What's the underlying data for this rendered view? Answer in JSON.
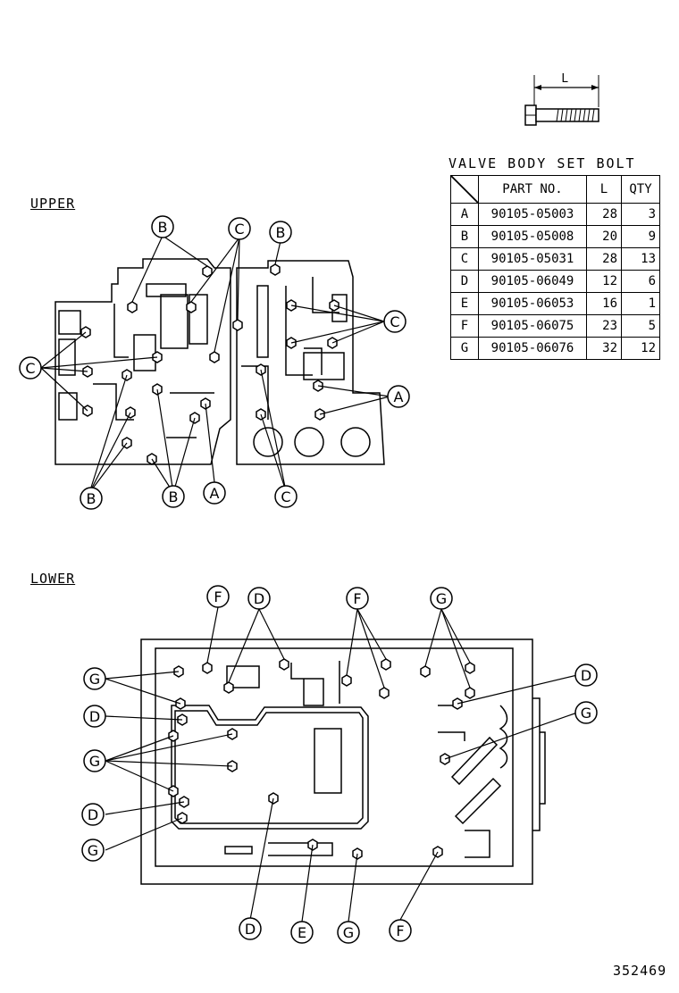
{
  "sections": {
    "upper": "UPPER",
    "lower": "LOWER"
  },
  "bolt_dimension_label": "L",
  "table": {
    "title": "VALVE BODY SET BOLT",
    "headers": {
      "part_no": "PART NO.",
      "length": "L",
      "qty": "QTY"
    },
    "rows": [
      {
        "letter": "A",
        "part_no": "90105-05003",
        "length": "28",
        "qty": "3"
      },
      {
        "letter": "B",
        "part_no": "90105-05008",
        "length": "20",
        "qty": "9"
      },
      {
        "letter": "C",
        "part_no": "90105-05031",
        "length": "28",
        "qty": "13"
      },
      {
        "letter": "D",
        "part_no": "90105-06049",
        "length": "12",
        "qty": "6"
      },
      {
        "letter": "E",
        "part_no": "90105-06053",
        "length": "16",
        "qty": "1"
      },
      {
        "letter": "F",
        "part_no": "90105-06075",
        "length": "23",
        "qty": "5"
      },
      {
        "letter": "G",
        "part_no": "90105-06076",
        "length": "32",
        "qty": "12"
      }
    ]
  },
  "callouts": {
    "upper": [
      "B",
      "C",
      "B",
      "C",
      "C",
      "C",
      "A",
      "B",
      "B",
      "A",
      "C"
    ],
    "lower": [
      "F",
      "D",
      "F",
      "G",
      "G",
      "D",
      "D",
      "G",
      "G",
      "D",
      "G",
      "D",
      "E",
      "G",
      "F"
    ]
  },
  "figure_number": "352469"
}
